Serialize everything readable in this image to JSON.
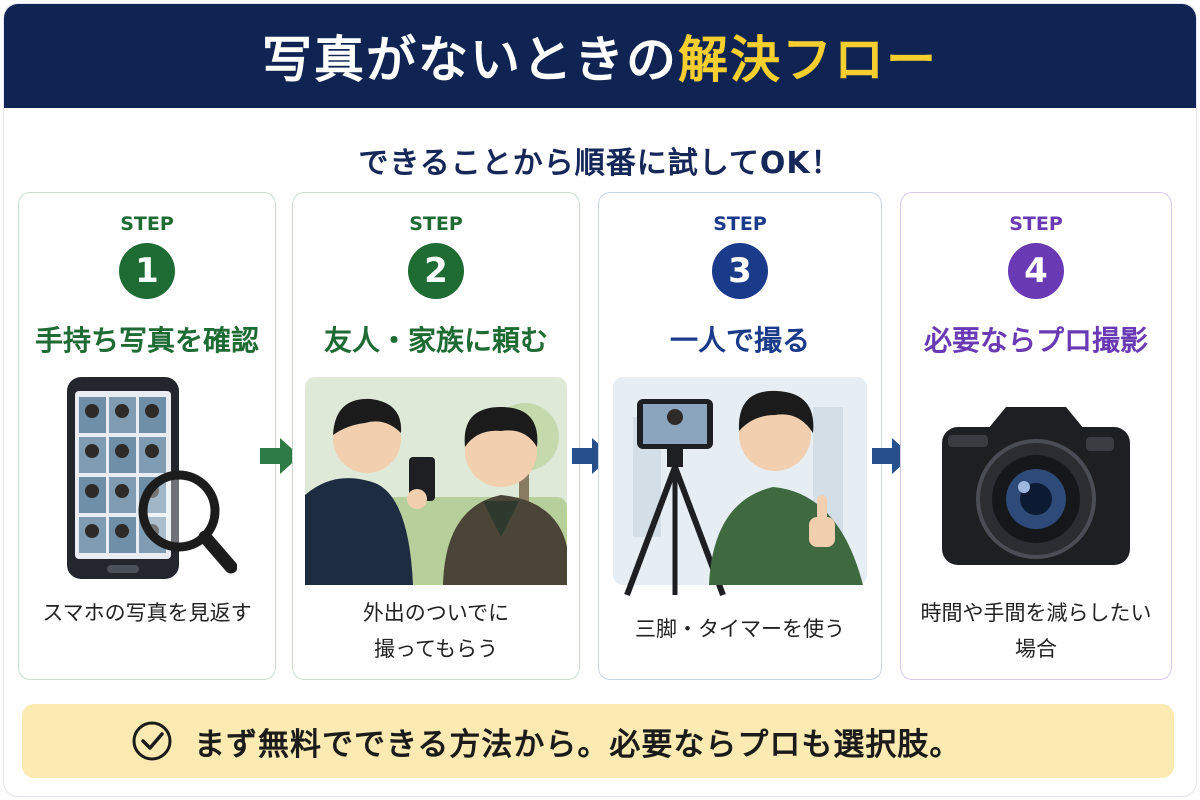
{
  "header": {
    "title_main": "写真がないときの",
    "title_accent": "解決フロー"
  },
  "subtitle": "できることから順番に試してOK！",
  "steps": [
    {
      "label": "STEP",
      "number": "1",
      "title": "手持ち写真を確認",
      "desc_lines": [
        "スマホの写真を見返す"
      ],
      "color": "#1e6b34",
      "icons": [
        "smartphone-gallery-icon",
        "magnifier-icon"
      ]
    },
    {
      "label": "STEP",
      "number": "2",
      "title": "友人・家族に頼む",
      "desc_lines": [
        "外出のついでに",
        "撮ってもらう"
      ],
      "color": "#1e6b34",
      "icons": [
        "friends-photo-icon"
      ]
    },
    {
      "label": "STEP",
      "number": "3",
      "title": "一人で撮る",
      "desc_lines": [
        "三脚・タイマーを使う"
      ],
      "color": "#1a3a8a",
      "icons": [
        "tripod-selfie-icon"
      ]
    },
    {
      "label": "STEP",
      "number": "4",
      "title": "必要ならプロ撮影",
      "desc_lines": [
        "時間や手間を減らしたい",
        "場合"
      ],
      "color": "#6a3ab5",
      "icons": [
        "camera-icon"
      ]
    }
  ],
  "arrows": [
    {
      "color": "#2d7a45",
      "icon": "arrow-right-icon"
    },
    {
      "color": "#274f8c",
      "icon": "arrow-right-icon"
    },
    {
      "color": "#274f8c",
      "icon": "arrow-right-icon"
    }
  ],
  "footer": {
    "icon": "check-circle-icon",
    "message": "まず無料でできる方法から。必要ならプロも選択肢。"
  },
  "colors": {
    "banner": "#0f2452",
    "accent": "#f6cf2e",
    "footer_bg": "#fbeab1"
  }
}
